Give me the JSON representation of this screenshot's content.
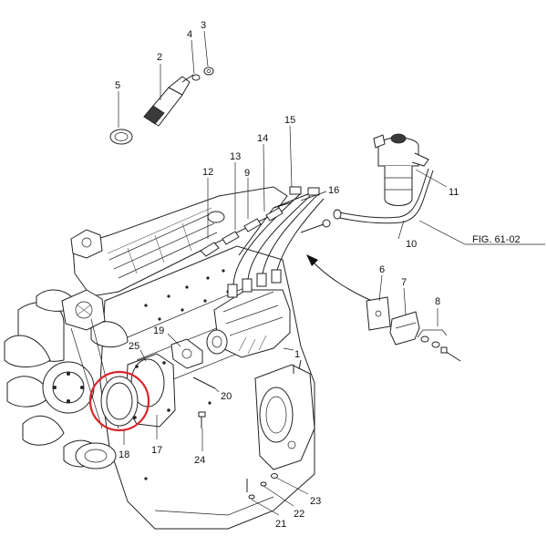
{
  "figure_reference": "FIG. 61-02",
  "callouts": [
    {
      "id": "c1",
      "label": "1"
    },
    {
      "id": "c2",
      "label": "2"
    },
    {
      "id": "c3",
      "label": "3"
    },
    {
      "id": "c4",
      "label": "4"
    },
    {
      "id": "c5",
      "label": "5"
    },
    {
      "id": "c6",
      "label": "6"
    },
    {
      "id": "c7",
      "label": "7"
    },
    {
      "id": "c8",
      "label": "8"
    },
    {
      "id": "c9",
      "label": "9"
    },
    {
      "id": "c10",
      "label": "10"
    },
    {
      "id": "c11",
      "label": "11"
    },
    {
      "id": "c12",
      "label": "12"
    },
    {
      "id": "c13",
      "label": "13"
    },
    {
      "id": "c14",
      "label": "14"
    },
    {
      "id": "c15",
      "label": "15"
    },
    {
      "id": "c16",
      "label": "16"
    },
    {
      "id": "c17",
      "label": "17"
    },
    {
      "id": "c18",
      "label": "18"
    },
    {
      "id": "c19",
      "label": "19"
    },
    {
      "id": "c20",
      "label": "20"
    },
    {
      "id": "c21",
      "label": "21"
    },
    {
      "id": "c22",
      "label": "22"
    },
    {
      "id": "c23",
      "label": "23"
    },
    {
      "id": "c24",
      "label": "24"
    },
    {
      "id": "c25",
      "label": "25"
    }
  ],
  "highlight": {
    "target_label": "18",
    "color": "#d9262c"
  }
}
